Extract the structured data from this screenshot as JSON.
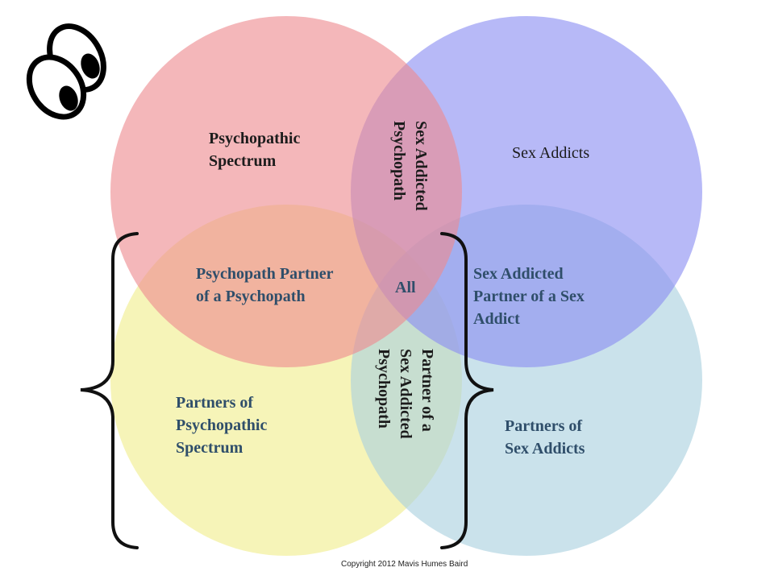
{
  "circles": {
    "psychopathic_spectrum": {
      "label": "Psychopathic\nSpectrum",
      "color": "#f08a8e"
    },
    "sex_addicts": {
      "label": "Sex Addicts",
      "color": "#8b8ef2"
    },
    "partners_of_psychopathic_spectrum": {
      "label": "Partners of\nPsychopathic\nSpectrum",
      "color": "#f0ec8a"
    },
    "partners_of_sex_addicts": {
      "label": "Partners of\nSex Addicts",
      "color": "#a9d0de"
    }
  },
  "overlaps": {
    "sex_addicted_psychopath": "Sex Addicted\nPsychopath",
    "psychopath_partner_of_psychopath": "Psychopath Partner\nof a Psychopath",
    "all": "All",
    "sex_addicted_partner_of_sex_addict": "Sex Addicted\nPartner of a Sex\nAddict",
    "partner_of_sex_addicted_psychopath": "Partner of a\nSex Addicted\nPsychopath"
  },
  "copyright": "Copyright 2012 Mavis Humes Baird",
  "icons": {
    "eyes": "cartoon-eyes-icon",
    "brackets": "curly-brace-icon"
  }
}
